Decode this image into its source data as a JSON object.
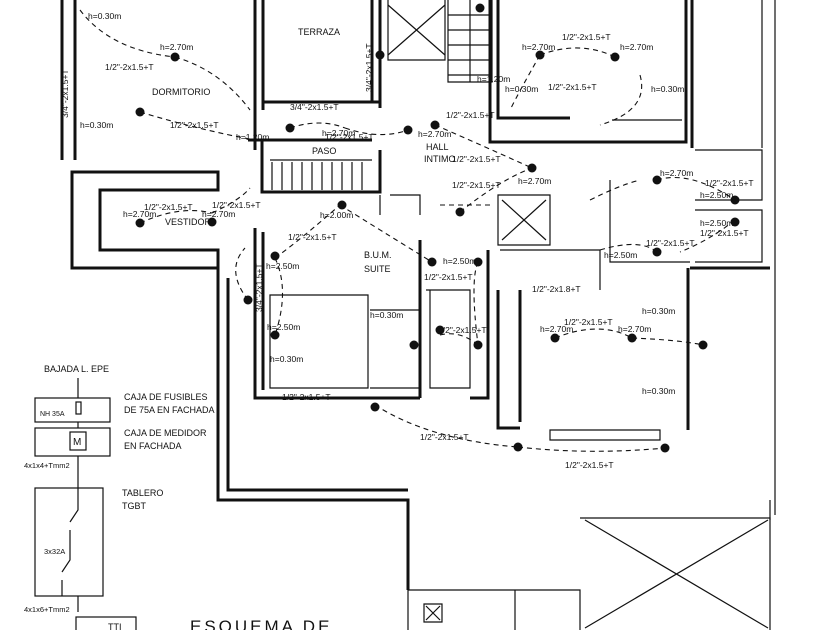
{
  "rooms": {
    "terraza": "TERRAZA",
    "dormitorio": "DORMITORIO",
    "paso": "PASO",
    "hall": "HALL",
    "intimo": "INTIMO",
    "vestidor": "VESTIDOR",
    "bum": "B.U.M.",
    "suite": "SUITE"
  },
  "heights": [
    "h=0.30m",
    "h=2.70m",
    "h=1.20m",
    "h=2.00m",
    "h=2.50m"
  ],
  "circuits": [
    "1/2\"-2x1.5+T",
    "3/4\"-2x1.5+T",
    "1/2\"-2x1.8+T"
  ],
  "schema": {
    "bajada": "BAJADA L. EPE",
    "fusibles_1": "CAJA DE FUSIBLES",
    "fusibles_2": "DE 75A EN FACHADA",
    "nh": "NH 35A",
    "medidor_1": "CAJA DE MEDIDOR",
    "medidor_2": "EN FACHADA",
    "medidor_symbol": "M",
    "cable_1": "4x1x4+Tmm2",
    "tablero_1": "TABLERO",
    "tablero_2": "TGBT",
    "breaker": "3x32A",
    "cable_2": "4x1x6+Tmm2",
    "bottom": "TTI"
  },
  "title": "ESQUEMA DE"
}
